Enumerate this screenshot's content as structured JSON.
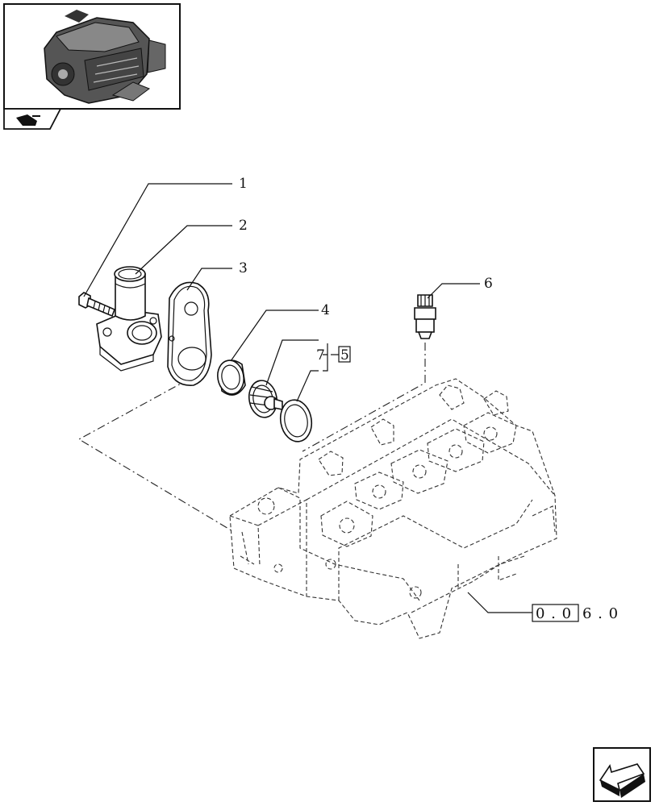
{
  "callouts": [
    {
      "id": "bolt",
      "label": "1"
    },
    {
      "id": "outlet-housing",
      "label": "2"
    },
    {
      "id": "gasket",
      "label": "3"
    },
    {
      "id": "seal-ring",
      "label": "4"
    },
    {
      "id": "thermostat-kit",
      "label": "5"
    },
    {
      "id": "temperature-sensor",
      "label": "6"
    },
    {
      "id": "thermostat",
      "label": "7"
    }
  ],
  "reference": {
    "boxed": "0 . 0",
    "rest": "6 . 0"
  },
  "icons": {
    "thumbnail": "engine-thumbnail",
    "section_tab": "engine-section-icon",
    "next_page": "next-page-arrow-icon"
  }
}
